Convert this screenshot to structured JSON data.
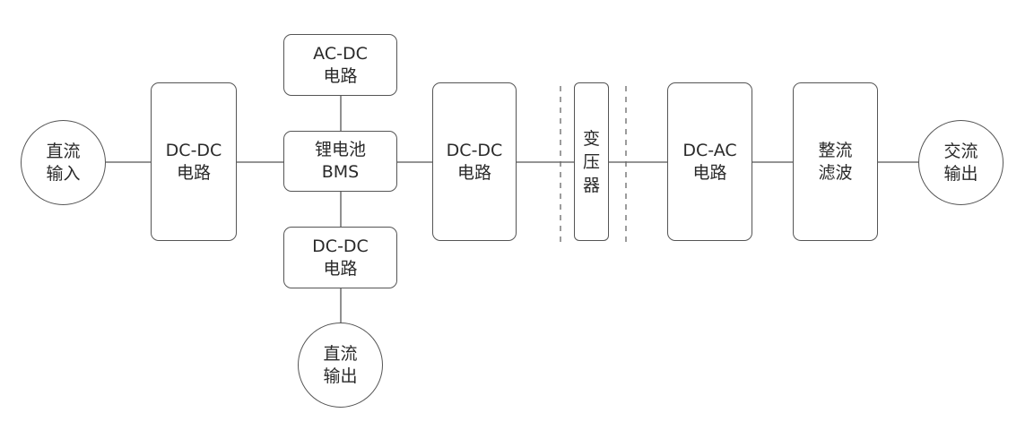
{
  "nodes": {
    "dc_input": [
      "直流",
      "输入"
    ],
    "dcdc_1": [
      "DC-DC",
      "电路"
    ],
    "acdc": [
      "AC-DC",
      "电路"
    ],
    "battery_bms": [
      "锂电池",
      "BMS"
    ],
    "dcdc_lower": [
      "DC-DC",
      "电路"
    ],
    "dc_output": [
      "直流",
      "输出"
    ],
    "dcdc_2": [
      "DC-DC",
      "电路"
    ],
    "transformer": [
      "变",
      "压",
      "器"
    ],
    "dcac": [
      "DC-AC",
      "电路"
    ],
    "rectify_filter": [
      "整流",
      "滤波"
    ],
    "ac_output": [
      "交流",
      "输出"
    ]
  }
}
